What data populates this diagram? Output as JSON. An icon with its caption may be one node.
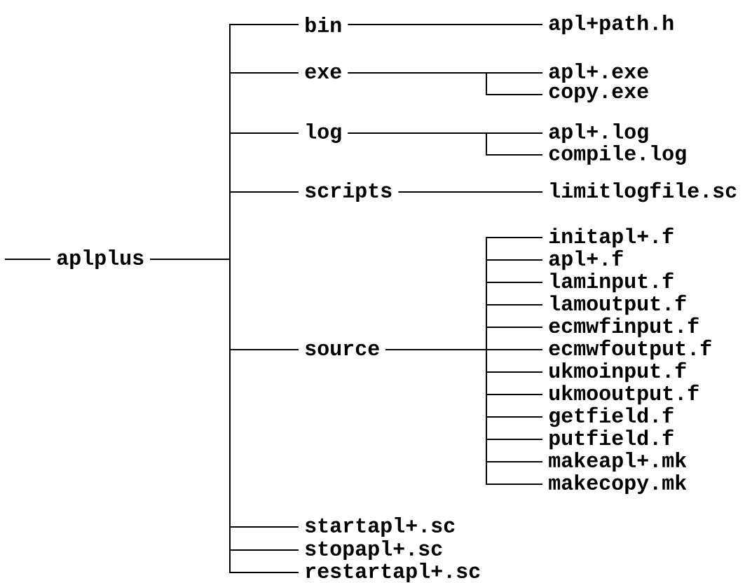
{
  "diagram": {
    "nodes": [
      {
        "text": [
          "aplplus"
        ]
      },
      {
        "text": [
          "bin"
        ]
      },
      {
        "text": [
          "exe"
        ]
      },
      {
        "text": [
          "log"
        ]
      },
      {
        "text": [
          "scripts"
        ]
      },
      {
        "text": [
          "source"
        ]
      },
      {
        "text": [
          "startapl+.sc"
        ]
      },
      {
        "text": [
          "stopapl+.sc"
        ]
      },
      {
        "text": [
          "restartapl+.sc"
        ]
      },
      {
        "text": [
          "apl+path.h"
        ]
      },
      {
        "text": [
          "apl+.exe"
        ]
      },
      {
        "text": [
          "copy.exe"
        ]
      },
      {
        "text": [
          "apl+.log"
        ]
      },
      {
        "text": [
          "compile.log"
        ]
      },
      {
        "text": [
          "limitlogfile.sc"
        ]
      },
      {
        "text": [
          "initapl+.f"
        ]
      },
      {
        "text": [
          "apl+.f"
        ]
      },
      {
        "text": [
          "laminput.f"
        ]
      },
      {
        "text": [
          "lamoutput.f"
        ]
      },
      {
        "text": [
          "ecmwfinput.f"
        ]
      },
      {
        "text": [
          "ecmwfoutput.f"
        ]
      },
      {
        "text": [
          "ukmoinput.f"
        ]
      },
      {
        "text": [
          "ukmooutput.f"
        ]
      },
      {
        "text": [
          "getfield.f"
        ]
      },
      {
        "text": [
          "putfield.f"
        ]
      },
      {
        "text": [
          "makeapl+.mk"
        ]
      },
      {
        "text": [
          "makecopy.mk"
        ]
      }
    ],
    "edges": [
      {
        "from": null,
        "to": 0,
        "arrow": "none"
      },
      {
        "from": 0,
        "to": 1,
        "arrow": "none"
      },
      {
        "from": 0,
        "to": 2,
        "arrow": "none"
      },
      {
        "from": 0,
        "to": 3,
        "arrow": "none"
      },
      {
        "from": 0,
        "to": 4,
        "arrow": "none"
      },
      {
        "from": 0,
        "to": 5,
        "arrow": "none"
      },
      {
        "from": 0,
        "to": 6,
        "arrow": "none"
      },
      {
        "from": 0,
        "to": 7,
        "arrow": "none"
      },
      {
        "from": 0,
        "to": 8,
        "arrow": "none"
      },
      {
        "from": 1,
        "to": 9,
        "arrow": "none"
      },
      {
        "from": 2,
        "to": 10,
        "arrow": "none"
      },
      {
        "from": 2,
        "to": 11,
        "arrow": "none"
      },
      {
        "from": 3,
        "to": 12,
        "arrow": "none"
      },
      {
        "from": 3,
        "to": 13,
        "arrow": "none"
      },
      {
        "from": 4,
        "to": 14,
        "arrow": "none"
      },
      {
        "from": 5,
        "to": 15,
        "arrow": "none"
      },
      {
        "from": 5,
        "to": 16,
        "arrow": "none"
      },
      {
        "from": 5,
        "to": 17,
        "arrow": "none"
      },
      {
        "from": 5,
        "to": 18,
        "arrow": "none"
      },
      {
        "from": 5,
        "to": 19,
        "arrow": "none"
      },
      {
        "from": 5,
        "to": 20,
        "arrow": "none"
      },
      {
        "from": 5,
        "to": 21,
        "arrow": "none"
      },
      {
        "from": 5,
        "to": 22,
        "arrow": "none"
      },
      {
        "from": 5,
        "to": 23,
        "arrow": "none"
      },
      {
        "from": 5,
        "to": 24,
        "arrow": "none"
      },
      {
        "from": 5,
        "to": 25,
        "arrow": "none"
      },
      {
        "from": 5,
        "to": 26,
        "arrow": "none"
      }
    ]
  }
}
